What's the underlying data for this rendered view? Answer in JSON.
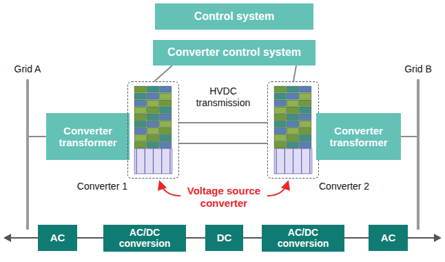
{
  "diagram": {
    "nodes": [
      {
        "text": [
          "Control system"
        ]
      },
      {
        "text": [
          "Converter control system"
        ]
      },
      {
        "text": [
          "Grid A"
        ]
      },
      {
        "text": [
          "Converter transformer"
        ]
      },
      {
        "text": [
          "Converter 1"
        ]
      },
      {
        "text": [
          "Converter 2"
        ]
      },
      {
        "text": [
          "Converter transformer"
        ]
      },
      {
        "text": [
          "Grid B"
        ]
      },
      {
        "text": [
          "AC"
        ]
      },
      {
        "text": [
          "AC/DC conversion"
        ]
      },
      {
        "text": [
          "DC"
        ]
      },
      {
        "text": [
          "AC/DC conversion"
        ]
      },
      {
        "text": [
          "AC"
        ]
      }
    ],
    "edges": [
      {
        "from": 2,
        "to": 3,
        "arrow": "none"
      },
      {
        "from": 3,
        "to": 4,
        "arrow": "none"
      },
      {
        "from": 4,
        "to": 5,
        "arrow": "none"
      },
      {
        "from": 4,
        "to": 5,
        "arrow": "none"
      },
      {
        "from": 5,
        "to": 6,
        "arrow": "none"
      },
      {
        "from": 6,
        "to": 7,
        "arrow": "none"
      },
      {
        "from": 1,
        "to": 4,
        "arrow": "none"
      },
      {
        "from": 1,
        "to": 5,
        "arrow": "none"
      },
      {
        "from": 8,
        "to": 9,
        "arrow": "none"
      },
      {
        "from": 9,
        "to": 10,
        "arrow": "none"
      },
      {
        "from": 10,
        "to": 11,
        "arrow": "none"
      },
      {
        "from": 11,
        "to": 12,
        "arrow": "none"
      }
    ],
    "labels": [
      "HVDC transmission",
      "Voltage source converter"
    ]
  }
}
